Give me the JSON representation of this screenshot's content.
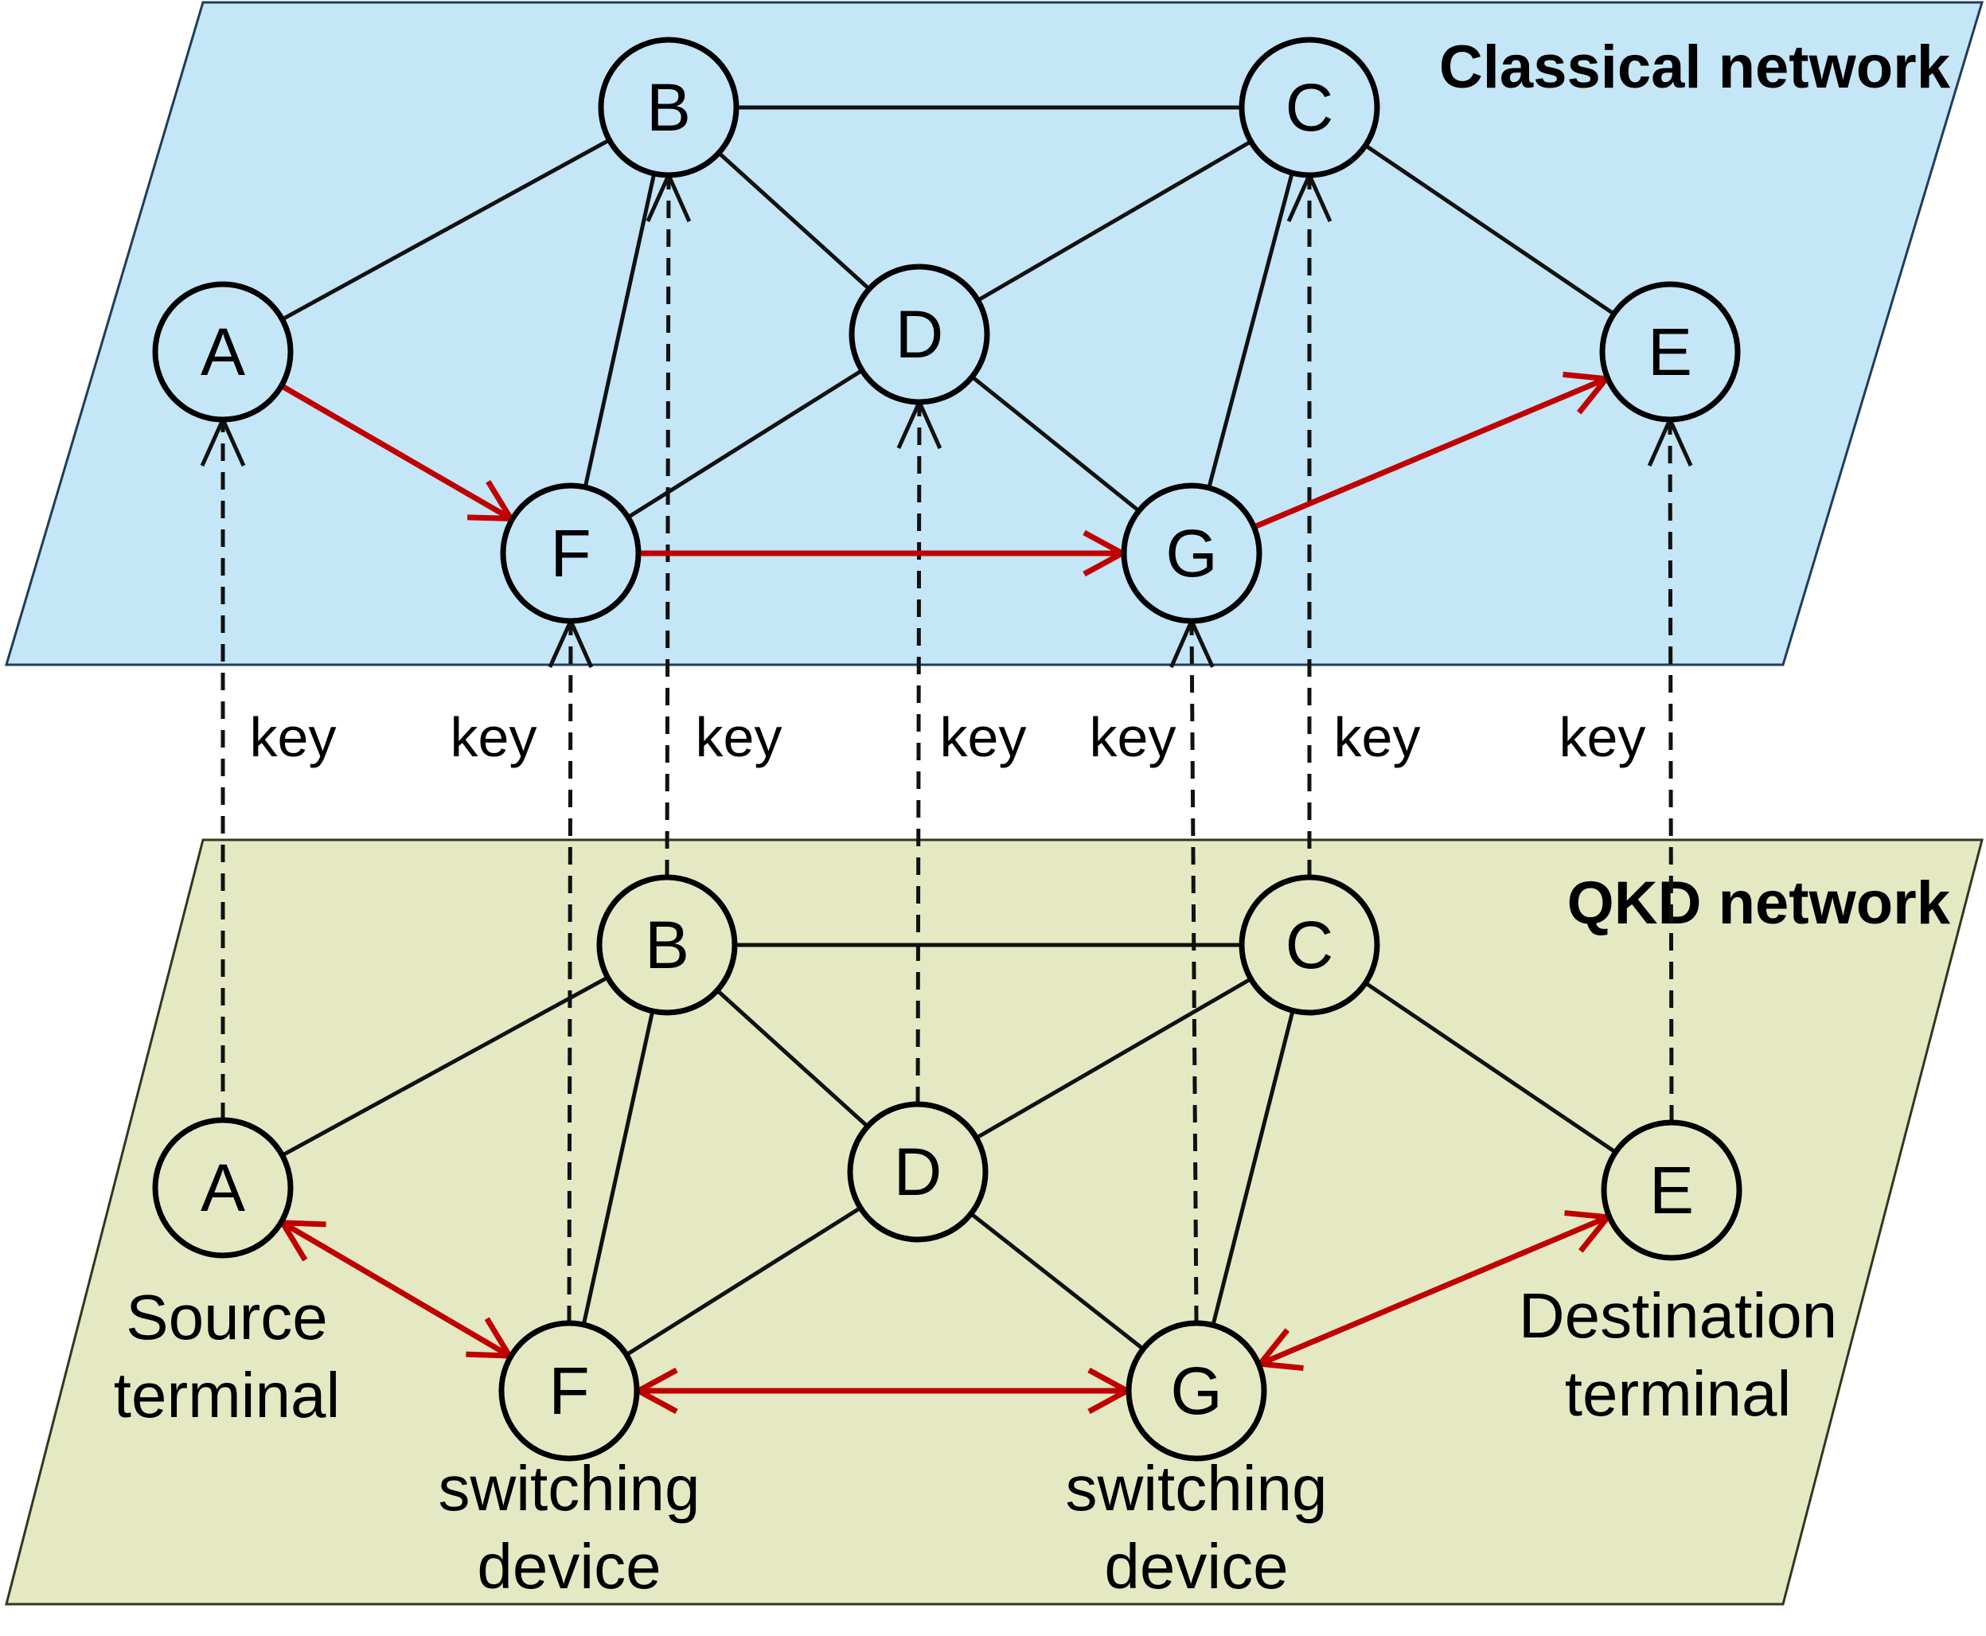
{
  "planes": {
    "classical": {
      "title": "Classical network"
    },
    "qkd": {
      "title": "QKD network"
    }
  },
  "nodes": [
    "A",
    "B",
    "C",
    "D",
    "E",
    "F",
    "G"
  ],
  "classical_edges": [
    [
      "A",
      "B"
    ],
    [
      "B",
      "C"
    ],
    [
      "B",
      "D"
    ],
    [
      "B",
      "F"
    ],
    [
      "C",
      "D"
    ],
    [
      "C",
      "E"
    ],
    [
      "C",
      "G"
    ],
    [
      "D",
      "F"
    ],
    [
      "D",
      "G"
    ]
  ],
  "classical_route": [
    [
      "A",
      "F"
    ],
    [
      "F",
      "G"
    ],
    [
      "G",
      "E"
    ]
  ],
  "qkd_edges": [
    [
      "A",
      "B"
    ],
    [
      "B",
      "C"
    ],
    [
      "B",
      "D"
    ],
    [
      "B",
      "F"
    ],
    [
      "C",
      "D"
    ],
    [
      "C",
      "E"
    ],
    [
      "C",
      "G"
    ],
    [
      "D",
      "F"
    ],
    [
      "D",
      "G"
    ]
  ],
  "qkd_route": [
    [
      "A",
      "F"
    ],
    [
      "F",
      "G"
    ],
    [
      "G",
      "E"
    ]
  ],
  "key_links": [
    {
      "node": "A",
      "label": "key"
    },
    {
      "node": "F",
      "label": "key"
    },
    {
      "node": "B",
      "label": "key"
    },
    {
      "node": "D",
      "label": "key"
    },
    {
      "node": "G",
      "label": "key"
    },
    {
      "node": "C",
      "label": "key"
    },
    {
      "node": "E",
      "label": "key"
    }
  ],
  "roles": {
    "source": [
      "Source",
      "terminal"
    ],
    "switch_f": [
      "switching",
      "device"
    ],
    "switch_g": [
      "switching",
      "device"
    ],
    "destination": [
      "Destination",
      "terminal"
    ]
  }
}
